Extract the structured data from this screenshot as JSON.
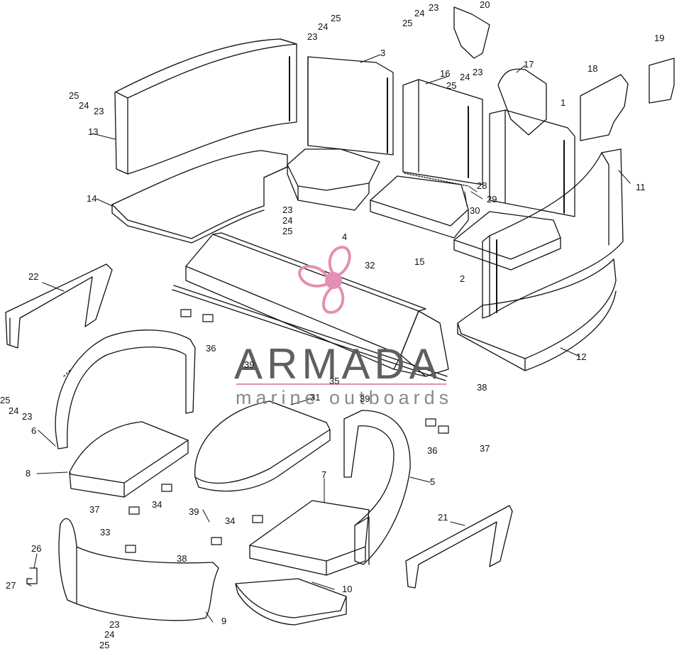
{
  "diagram": {
    "part_numbers": [
      "1",
      "2",
      "3",
      "4",
      "5",
      "6",
      "7",
      "8",
      "9",
      "10",
      "11",
      "12",
      "13",
      "14",
      "15",
      "16",
      "17",
      "18",
      "19",
      "20",
      "21",
      "22",
      "23",
      "24",
      "25",
      "26",
      "27",
      "28",
      "29",
      "30",
      "31",
      "32",
      "33",
      "34",
      "35",
      "36",
      "37",
      "38",
      "39"
    ],
    "fastener_numbers": [
      "23",
      "24",
      "25"
    ]
  },
  "watermark": {
    "brand": "ARMADA",
    "tagline": "marine outboards",
    "brand_color": "#5f5f5f",
    "accent_color": "#e48fb4"
  },
  "colors": {
    "line": "#111111",
    "background": "#ffffff",
    "shade": "#dddddd"
  }
}
